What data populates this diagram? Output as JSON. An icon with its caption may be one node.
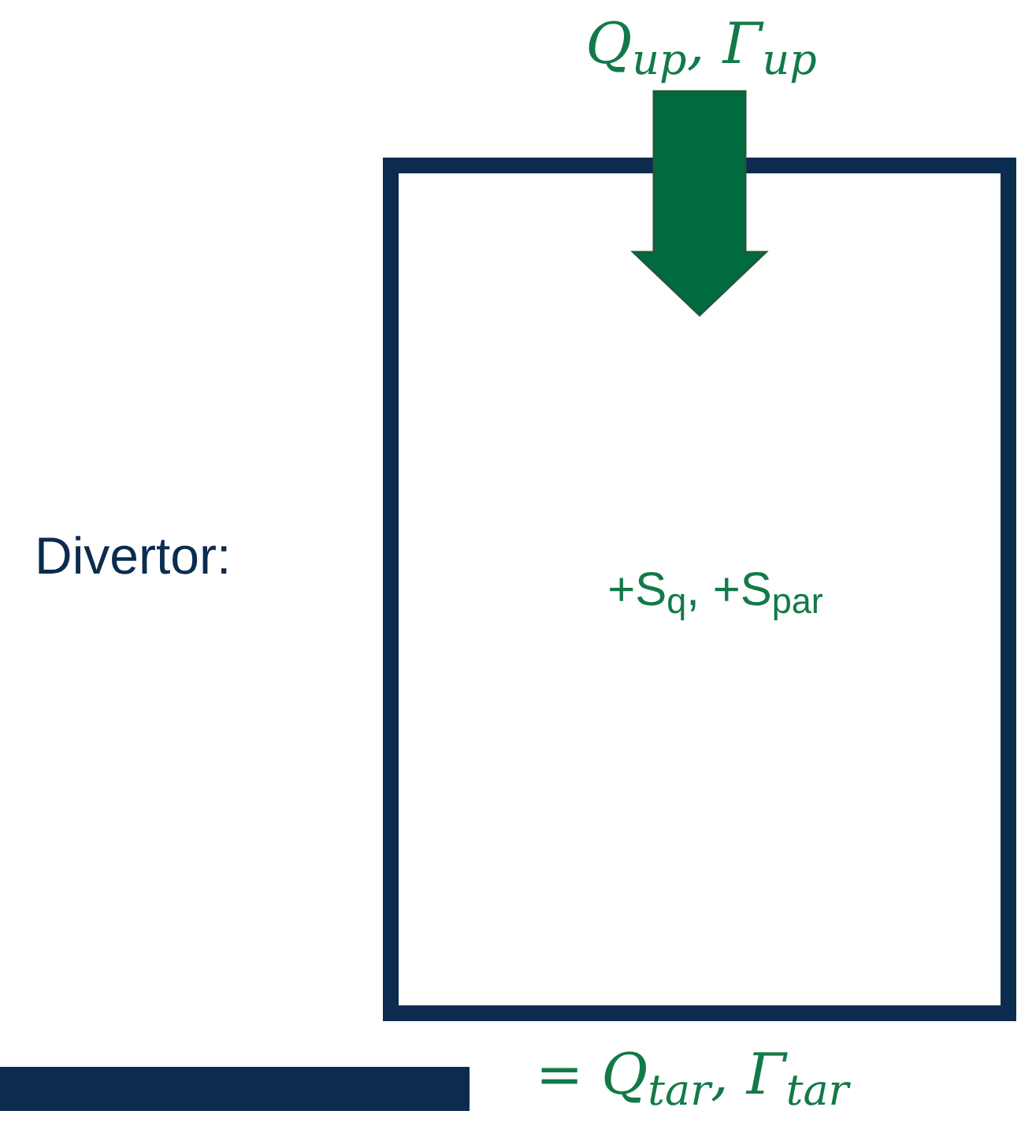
{
  "diagram": {
    "nodes": [
      {
        "text": [
          "+S$_{q}$, +S$_{par}$"
        ],
        "beside": [
          "Divertor:"
        ]
      },
      {
        "text": [
          "Q$_{up}$, Γ$_{up}$"
        ]
      },
      {
        "text": [],
        "shape": "bar"
      }
    ],
    "edges": [
      {
        "from": 1,
        "to": 0,
        "arrow": "to",
        "style": "thick",
        "color": "#006b3f"
      }
    ],
    "labels": [
      "= Q$_{tar}$, Γ$_{tar}$"
    ]
  }
}
